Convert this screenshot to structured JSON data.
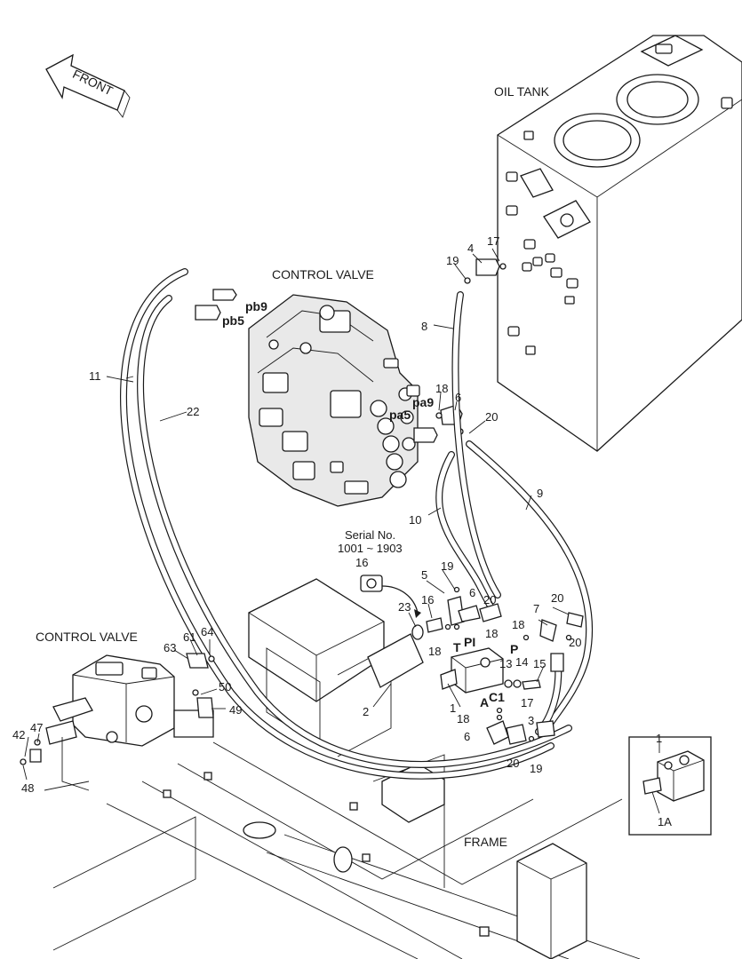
{
  "titles": {
    "front": "FRONT",
    "oil_tank": "OIL TANK",
    "control_valve_main": "CONTROL VALVE",
    "control_valve_left": "CONTROL VALVE",
    "frame": "FRAME",
    "serial_line1": "Serial No.",
    "serial_line2": "1001 ~ 1903"
  },
  "ports": [
    "pb9",
    "pb5",
    "pa9",
    "pa5",
    "T",
    "PI",
    "P",
    "A",
    "C1"
  ],
  "callouts": [
    "4",
    "17",
    "19",
    "8",
    "18",
    "6",
    "20",
    "9",
    "10",
    "11",
    "22",
    "5",
    "19",
    "16",
    "6",
    "20",
    "23",
    "18",
    "18",
    "7",
    "20",
    "18",
    "20",
    "15",
    "13",
    "14",
    "2",
    "1",
    "17",
    "18",
    "3",
    "6",
    "20",
    "19",
    "16",
    "61",
    "64",
    "63",
    "50",
    "49",
    "42",
    "47",
    "48",
    "1",
    "1A"
  ]
}
